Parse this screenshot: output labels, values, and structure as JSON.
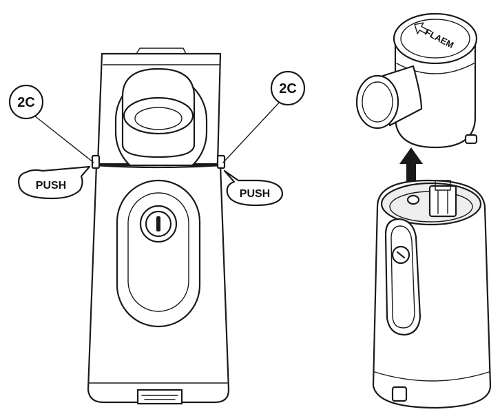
{
  "labels": {
    "step_left": "2C",
    "step_right": "2C",
    "push_left": "PUSH",
    "push_right": "PUSH",
    "brand": "FLAEM"
  },
  "icons": {
    "lock": "lock-icon",
    "arrow": "up-arrow-icon"
  },
  "colors": {
    "line": "#1a1a1a",
    "background": "#ffffff"
  }
}
